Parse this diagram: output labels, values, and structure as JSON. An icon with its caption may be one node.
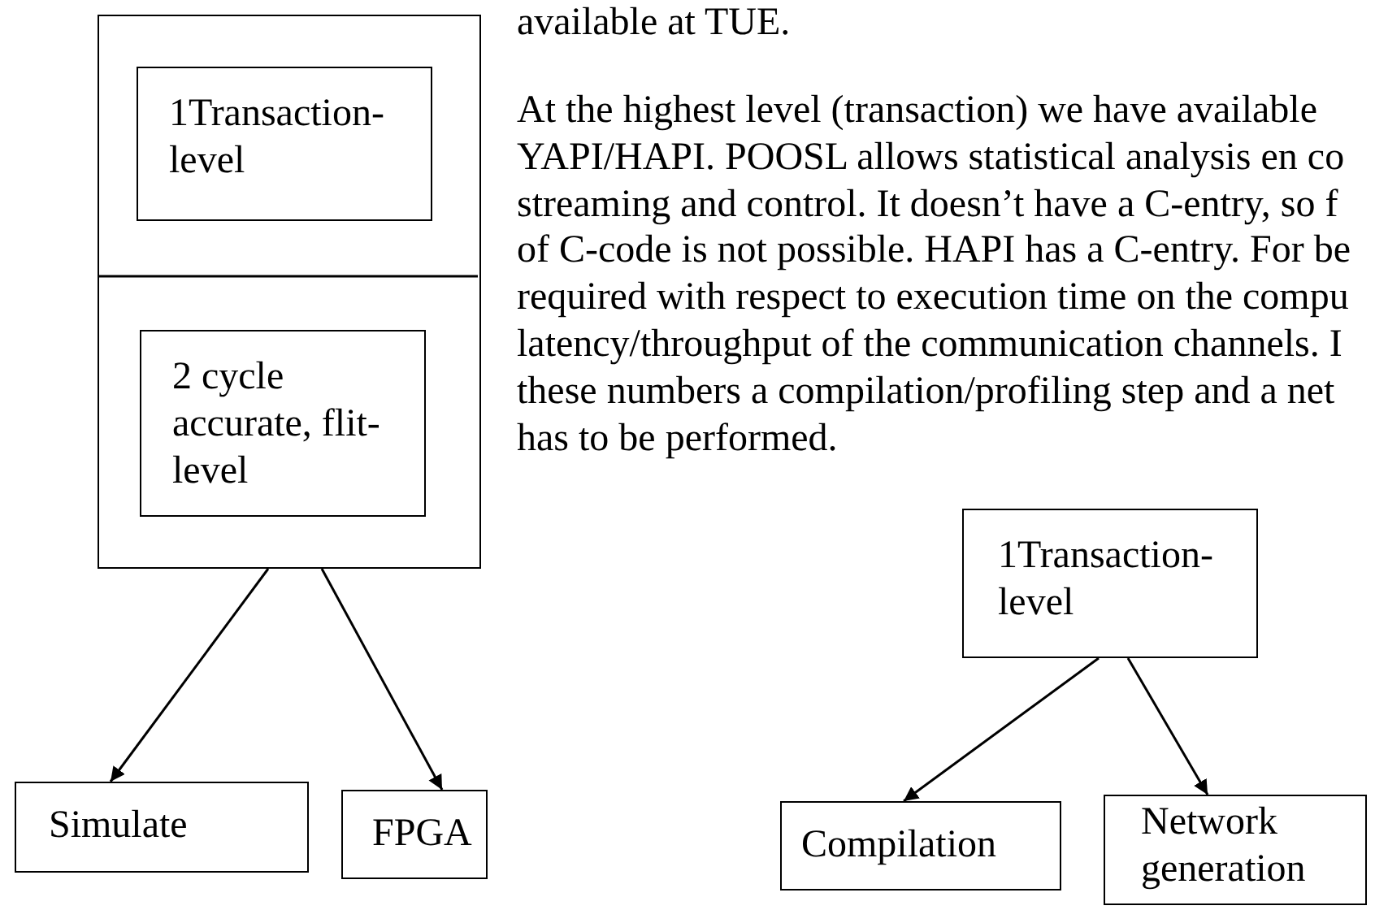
{
  "diagram": {
    "nodes": [
      {
        "text": [],
        "shape": "box"
      },
      {
        "text": [
          "1Transaction-level"
        ],
        "in": 0
      },
      {
        "text": [
          "2 cycle accurate, flit-level"
        ],
        "in": 0
      },
      {
        "text": [
          "Simulate"
        ]
      },
      {
        "text": [
          "FPGA"
        ]
      },
      {
        "text": [
          "1Transaction-level"
        ]
      },
      {
        "text": [
          "Compilation"
        ]
      },
      {
        "text": [
          "Network generation"
        ]
      }
    ],
    "edges": [
      {
        "from": 0,
        "to": 3,
        "arrow": "to"
      },
      {
        "from": 0,
        "to": 4,
        "arrow": "to"
      },
      {
        "from": 5,
        "to": 6,
        "arrow": "to"
      },
      {
        "from": 5,
        "to": 7,
        "arrow": "to"
      }
    ],
    "labels": [
      "available at TUE.",
      "At the highest level (transaction) we have available",
      "YAPI/HAPI. POOSL allows statistical analysis en co",
      "streaming and control. It doesn’t have a C-entry, so f",
      "of C-code is not possible. HAPI has a C-entry. For be",
      "required with respect to execution time on the compu",
      "latency/throughput of the communication channels. I",
      "these numbers a compilation/profiling step and a net",
      "has to be performed."
    ]
  }
}
